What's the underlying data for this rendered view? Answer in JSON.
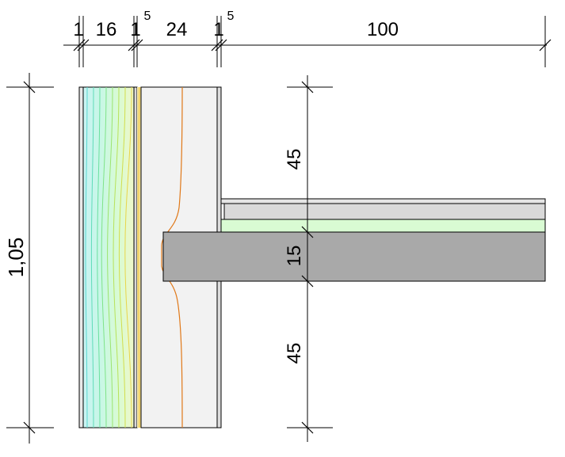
{
  "dimensions": {
    "top": [
      "1",
      "16",
      "1",
      "5",
      "24",
      "1",
      "5",
      "100"
    ],
    "left_height": "1,05",
    "right_upper": "45",
    "right_mid": "15",
    "right_lower": "45"
  },
  "colors": {
    "line": "#000000",
    "wall_light": "#f2f2f2",
    "slab": "#a9a9a9",
    "thin_layer": "#d9d9d9",
    "insulation_band": "#d9fbd3",
    "isotherm_warm": "#e07818",
    "isotherm_yellow": "#f2d36a"
  },
  "isotherm_colors": [
    "#5ad7d0",
    "#5edcb8",
    "#6ae0a0",
    "#7fe388",
    "#9be46e",
    "#b8e25a",
    "#d2dd4c",
    "#e8d54a"
  ]
}
